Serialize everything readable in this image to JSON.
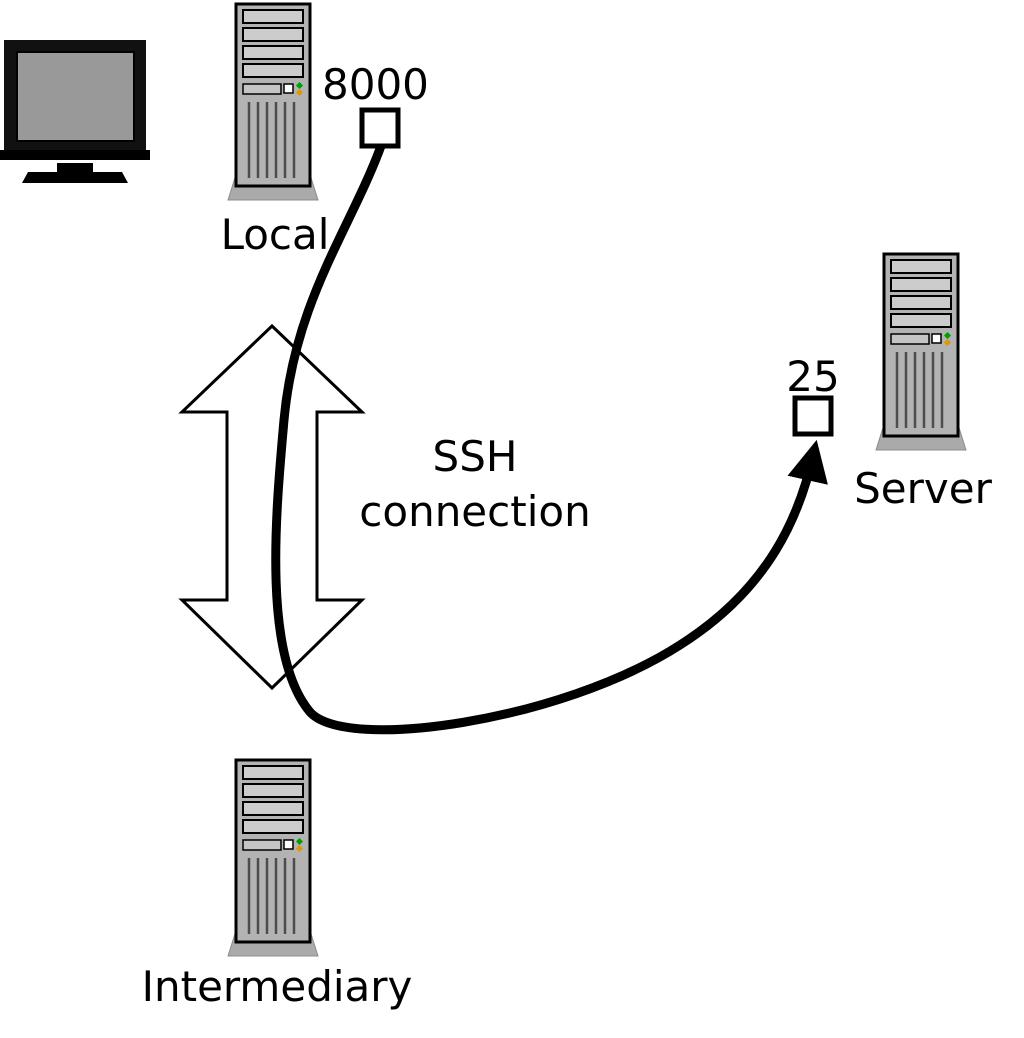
{
  "labels": {
    "local": "Local",
    "intermediary": "Intermediary",
    "server": "Server",
    "ssh": "SSH\nconnection",
    "port_local": "8000",
    "port_server": "25"
  },
  "colors": {
    "tower_body": "#b3b3b3",
    "tower_bay": "#cccccc",
    "tower_pedestal": "#aaaaaa",
    "monitor_screen": "#999999",
    "outline": "#000000",
    "led_green": "#00a000",
    "led_amber": "#dd9900"
  }
}
